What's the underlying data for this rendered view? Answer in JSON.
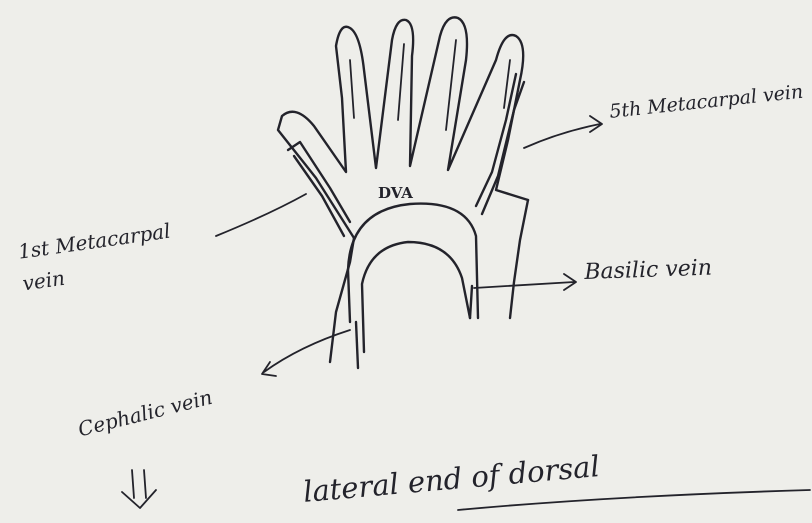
{
  "diagram": {
    "paper_color": "#eeeeea",
    "ink_color": "#23232b",
    "labels": {
      "dva": "DVA",
      "metacarpal_5": "5th Metacarpal vein",
      "metacarpal_1": "1st Metacarpal vein",
      "basilic": "Basilic vein",
      "cephalic": "Cephalic vein"
    },
    "bottom_text": "lateral end of dorsal"
  }
}
